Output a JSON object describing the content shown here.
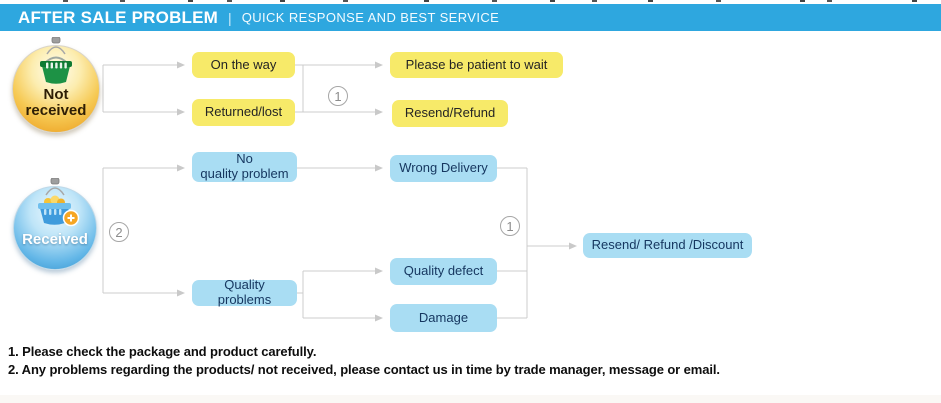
{
  "header": {
    "title": "AFTER SALE PROBLEM",
    "separator": "|",
    "subtitle": "QUICK RESPONSE AND BEST SERVICE"
  },
  "badges": {
    "not_received": {
      "line1": "Not",
      "line2": "received",
      "icon": "green-shopping-basket-icon"
    },
    "received": {
      "label": "Received",
      "icon": "blue-shopping-basket-plus-icon"
    }
  },
  "nodes": {
    "on_the_way": "On the way",
    "returned_lost": "Returned/lost",
    "please_wait": "Please be patient to wait",
    "resend_refund": "Resend/Refund",
    "no_quality_problem": {
      "line1": "No",
      "line2": "quality problem"
    },
    "quality_problems": "Quality problems",
    "wrong_delivery": "Wrong Delivery",
    "quality_defect": "Quality defect",
    "damage": "Damage",
    "resend_refund_discount": "Resend/ Refund /Discount"
  },
  "connectors": {
    "not_received_group_number": "1",
    "received_group_number": "2",
    "result_group_number": "1"
  },
  "footer": {
    "line1": "1. Please check the package and product carefully.",
    "line2": "2. Any problems regarding the products/ not received, please contact us in time by trade manager, message or email."
  },
  "colors": {
    "header_bg": "#2EA7DF",
    "yellow_box": "#F7EA69",
    "blue_box": "#A9DDF3",
    "yellow_box_text": "#242424",
    "blue_box_text": "#15365F",
    "connector_gray": "#CCCCCC",
    "not_received_badge": "#F6C953",
    "received_badge": "#62B6E7"
  }
}
